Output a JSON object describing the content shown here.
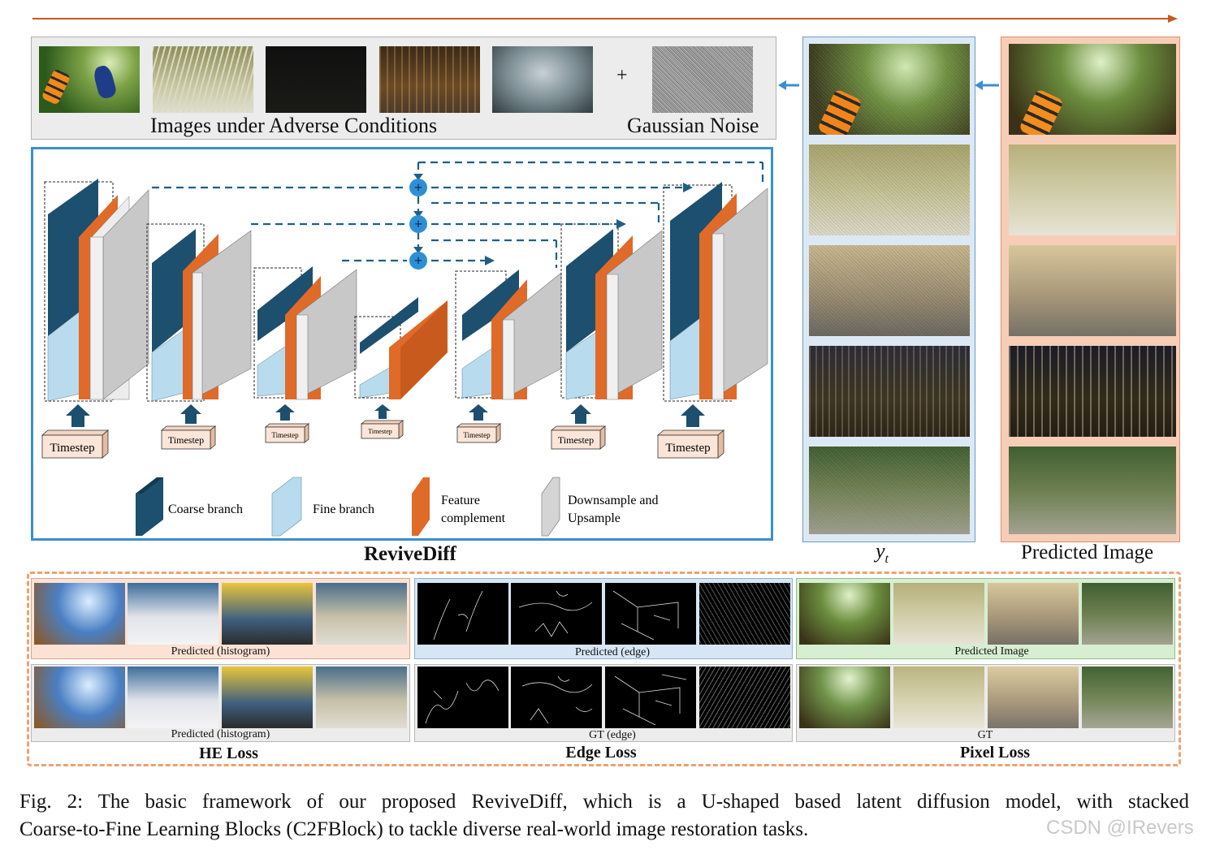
{
  "colors": {
    "arrow_orange": "#c65a1e",
    "blue_frame": "#3b8fd0",
    "coarse": "#1d4f6e",
    "coarse_dark": "#143a52",
    "fine": "#b8dcee",
    "feature": "#e06a28",
    "gray": "#c8c8c8",
    "timestep_fill": "#fbe5d8",
    "plus_node": "#2e8fd6",
    "dash_line": "#1f5f85",
    "yt_bg": "#dce9f4",
    "pred_bg": "#f7cdb8",
    "he_bg": "#fbe2d5",
    "edge_bg": "#d6e6f4",
    "pixel_bg": "#d7eed2",
    "gray_bg": "#ececec",
    "loss_border": "#f1a070"
  },
  "adverse": {
    "caption": "Images under Adverse Conditions",
    "plus": "+",
    "noise_caption": "Gaussian Noise"
  },
  "model": {
    "name": "ReviveDiff",
    "timestep_labels": [
      "Timestep",
      "Timestep",
      "Timestep",
      "Timestep",
      "Timestep",
      "Timestep",
      "Timestep"
    ],
    "plus_symbol": "+",
    "legend": [
      {
        "label": "Coarse branch"
      },
      {
        "label": "Fine branch"
      },
      {
        "label": "Feature complement"
      },
      {
        "label": "Downsample and Upsample"
      }
    ],
    "legend_lines": {
      "feature": [
        "Feature",
        "complement"
      ],
      "downsample": [
        "Downsample and",
        "Upsample"
      ]
    }
  },
  "columns": {
    "yt_label_main": "y",
    "yt_label_sub": "t",
    "predicted_label": "Predicted Image"
  },
  "losses": {
    "he": {
      "title": "HE Loss",
      "top_caption": "Predicted (histogram)",
      "bottom_caption": "Predicted (histogram)"
    },
    "edge": {
      "title": "Edge Loss",
      "top_caption": "Predicted (edge)",
      "bottom_caption": "GT (edge)"
    },
    "pixel": {
      "title": "Pixel Loss",
      "top_caption": "Predicted Image",
      "bottom_caption": "GT"
    }
  },
  "caption": {
    "line1": "Fig. 2: The basic framework of our proposed ReviveDiff, which is a U-shaped based latent diffusion model, with stacked",
    "line2": "Coarse-to-Fine Learning Blocks (C2FBlock) to tackle diverse real-world image restoration tasks."
  },
  "watermark": "CSDN @IRevers"
}
